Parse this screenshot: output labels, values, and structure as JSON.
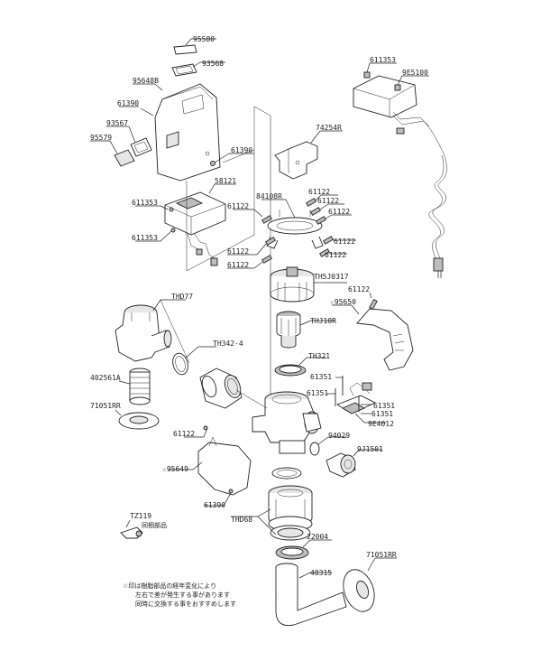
{
  "parts": {
    "p95580": "95580",
    "p93568": "93568",
    "p95648B": "95648B",
    "p61390a": "61390",
    "p93567": "93567",
    "p95579": "95579",
    "p61390b": "61390",
    "p58121": "58121",
    "p611353a": "611353",
    "p611353b": "611353",
    "p74254R": "74254R",
    "p84108R": "84108R",
    "p61122a": "61122",
    "p61122b": "61122",
    "p61122c": "61122",
    "p61122d": "61122",
    "p61122e": "61122",
    "p61122f": "61122",
    "p61122g": "61122",
    "p61122h": "61122",
    "p61122i": "61122",
    "p61122j": "61122",
    "pTH5J0317": "TH5J0317",
    "p95650": "☆95650",
    "pTHD77": "THD77",
    "pTHJ10R": "THJ10R",
    "pTH342": "TH342-4",
    "pTH321": "TH321",
    "p402561A": "402561A",
    "p71051RRa": "71051RR",
    "p61351a": "61351",
    "p61351b": "61351",
    "p61351c": "61351",
    "p61351d": "61351",
    "p9E4012": "9E4012",
    "p94029": "94029",
    "p9J1501": "9J1501",
    "p95649": "☆95649",
    "p61390c": "61390",
    "pTHD68": "THD68",
    "pTZ119": "TZ119",
    "pTZ119note": "同梱部品",
    "p22004": "22004",
    "p71051RRb": "71051RR",
    "p40315": "40315",
    "p611353c": "611353",
    "p9E5100": "9E5100"
  },
  "footnote": {
    "line1": "☆印は樹脂部品の経年変化により",
    "line2": "左右で差が発生する事があります",
    "line3": "同時に交換する事をおすすめします"
  }
}
